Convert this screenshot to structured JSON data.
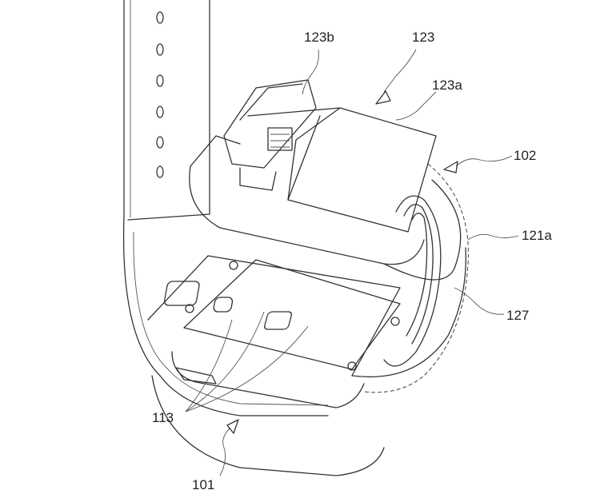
{
  "figure": {
    "labels": {
      "clasp_button": "123b",
      "clasp": "123",
      "clasp_cover": "123a",
      "band_assembly": "102",
      "band_edge": "121a",
      "coil": "127",
      "sensors": "113",
      "body": "101"
    }
  }
}
